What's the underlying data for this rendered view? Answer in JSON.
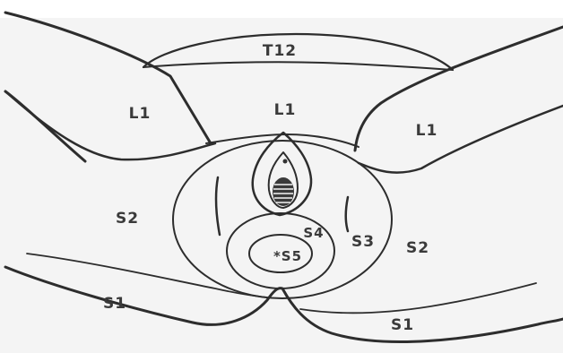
{
  "diagram": {
    "labels": {
      "t12": "T12",
      "l1_center": "L1",
      "l1_left": "L1",
      "l1_right": "L1",
      "s2_left": "S2",
      "s2_right": "S2",
      "s3": "S3",
      "s4": "S4",
      "s5": "*S5",
      "s1_left": "S1",
      "s1_right": "S1"
    }
  }
}
